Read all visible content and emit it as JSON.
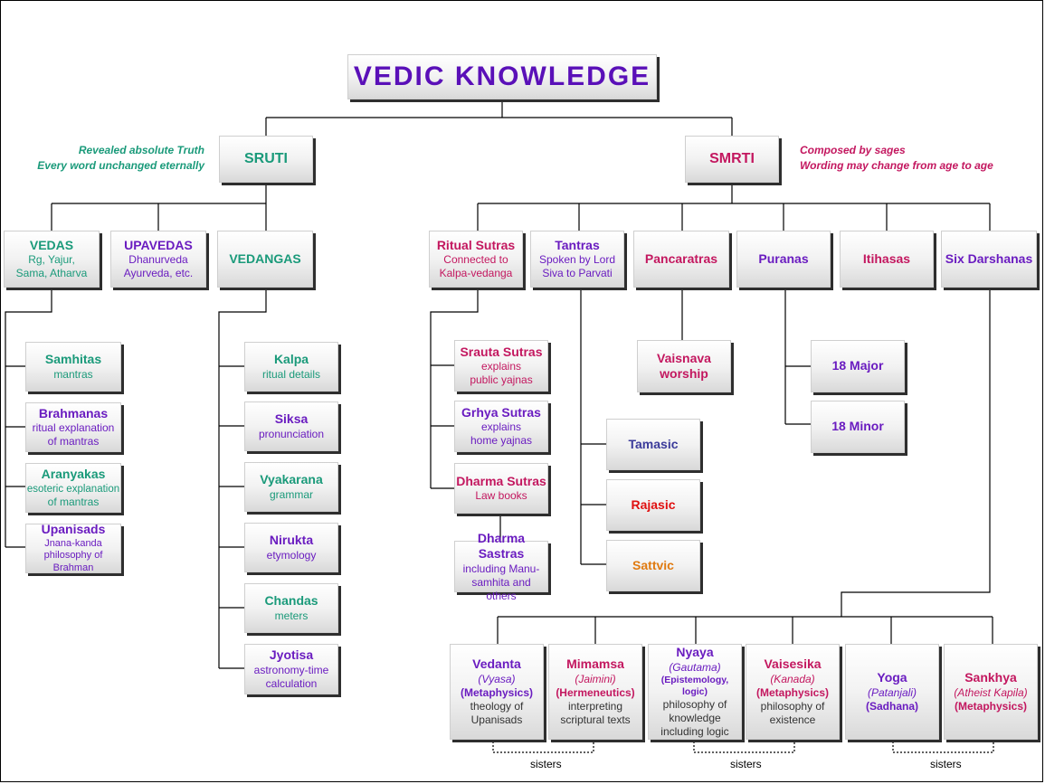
{
  "title": "VEDIC KNOWLEDGE",
  "sruti": {
    "label": "SRUTI",
    "note1": "Revealed absolute Truth",
    "note2": "Every word unchanged eternally",
    "vedas": {
      "title": "VEDAS",
      "l1": "Rg, Yajur,",
      "l2": "Sama, Atharva"
    },
    "upavedas": {
      "title": "UPAVEDAS",
      "l1": "Dhanurveda",
      "l2": "Ayurveda, etc."
    },
    "vedangas": {
      "title": "VEDANGAS"
    },
    "samhitas": {
      "title": "Samhitas",
      "l1": "mantras"
    },
    "brahmanas": {
      "title": "Brahmanas",
      "l1": "ritual explanation",
      "l2": "of mantras"
    },
    "aranyakas": {
      "title": "Aranyakas",
      "l1": "esoteric explanation",
      "l2": "of mantras"
    },
    "upanisads": {
      "title": "Upanisads",
      "l1": "Jnana-kanda",
      "l2": "philosophy of Brahman"
    },
    "kalpa": {
      "title": "Kalpa",
      "l1": "ritual details"
    },
    "siksa": {
      "title": "Siksa",
      "l1": "pronunciation"
    },
    "vyakarana": {
      "title": "Vyakarana",
      "l1": "grammar"
    },
    "nirukta": {
      "title": "Nirukta",
      "l1": "etymology"
    },
    "chandas": {
      "title": "Chandas",
      "l1": "meters"
    },
    "jyotisa": {
      "title": "Jyotisa",
      "l1": "astronomy-time",
      "l2": "calculation"
    }
  },
  "smrti": {
    "label": "SMRTI",
    "note1": "Composed by sages",
    "note2": "Wording may change from age to age",
    "ritual": {
      "title": "Ritual Sutras",
      "l1": "Connected to",
      "l2": "Kalpa-vedanga"
    },
    "tantras": {
      "title": "Tantras",
      "l1": "Spoken by Lord",
      "l2": "Siva to Parvati"
    },
    "pancaratras": {
      "title": "Pancaratras"
    },
    "puranas": {
      "title": "Puranas"
    },
    "itihasas": {
      "title": "Itihasas"
    },
    "darshanas": {
      "title": "Six Darshanas"
    },
    "srauta": {
      "title": "Srauta Sutras",
      "l1": "explains",
      "l2": "public yajnas"
    },
    "grhya": {
      "title": "Grhya Sutras",
      "l1": "explains",
      "l2": "home yajnas"
    },
    "dharma_sutras": {
      "title": "Dharma Sutras",
      "l1": "Law books"
    },
    "dharma_sastras": {
      "title": "Dharma Sastras",
      "l1": "including Manu-",
      "l2": "samhita and others"
    },
    "vaisnava": {
      "l1": "Vaisnava",
      "l2": "worship"
    },
    "major": {
      "title": "18 Major"
    },
    "minor": {
      "title": "18 Minor"
    },
    "tamasic": {
      "title": "Tamasic"
    },
    "rajasic": {
      "title": "Rajasic"
    },
    "sattvic": {
      "title": "Sattvic"
    }
  },
  "darshanas": {
    "vedanta": {
      "title": "Vedanta",
      "author": "(Vyasa)",
      "topic": "(Metaphysics)",
      "l1": "theology of",
      "l2": "Upanisads"
    },
    "mimamsa": {
      "title": "Mimamsa",
      "author": "(Jaimini)",
      "topic": "(Hermeneutics)",
      "l1": "interpreting",
      "l2": "scriptural texts"
    },
    "nyaya": {
      "title": "Nyaya",
      "author": "(Gautama)",
      "topic": "(Epistemology, logic)",
      "l1": "philosophy of",
      "l2": "knowledge",
      "l3": "including logic"
    },
    "vaisesika": {
      "title": "Vaisesika",
      "author": "(Kanada)",
      "topic": "(Metaphysics)",
      "l1": "philosophy of",
      "l2": "existence"
    },
    "yoga": {
      "title": "Yoga",
      "author": "(Patanjali)",
      "topic": "(Sadhana)"
    },
    "sankhya": {
      "title": "Sankhya",
      "author": "(Atheist Kapila)",
      "topic": "(Metaphysics)"
    },
    "sisters": "sisters"
  },
  "colors": {
    "teal": "#1a9a7a",
    "purple": "#6a1cc0",
    "crimson": "#c3175f",
    "navy": "#3b3b9a",
    "red": "#e01010",
    "orange": "#e07a10"
  }
}
